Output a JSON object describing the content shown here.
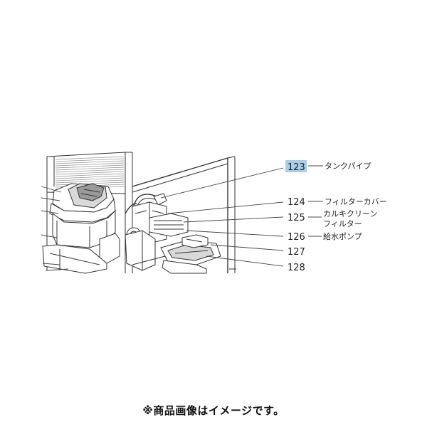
{
  "parts": [
    {
      "id": "p123",
      "number": "123",
      "name": "タンクパイプ",
      "name2": "",
      "highlighted": true
    },
    {
      "id": "p124",
      "number": "124",
      "name": "フィルターカバー",
      "name2": "",
      "highlighted": false
    },
    {
      "id": "p125",
      "number": "125",
      "name": "カルキクリーン",
      "name2": "フィルター",
      "highlighted": false
    },
    {
      "id": "p126",
      "number": "126",
      "name": "給水ポンプ",
      "name2": "",
      "highlighted": false
    },
    {
      "id": "p127",
      "number": "127",
      "name": "",
      "name2": "",
      "highlighted": false
    },
    {
      "id": "p128",
      "number": "128",
      "name": "",
      "name2": "",
      "highlighted": false
    }
  ],
  "caption": "※商品画像はイメージです。",
  "highlight_color": "#a9cde9"
}
